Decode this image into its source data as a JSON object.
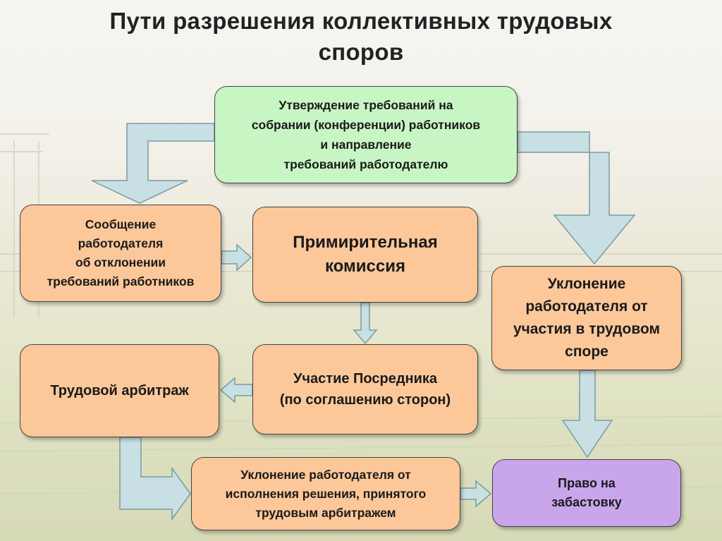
{
  "title": {
    "line1": "Пути разрешения коллективных трудовых",
    "line2": "споров"
  },
  "boxes": {
    "approve": {
      "lines": [
        "Утверждение требований на",
        "собрании (конференции) работников",
        "и направление",
        "требований работодателю"
      ],
      "color": "#c8f5c4"
    },
    "message": {
      "lines": [
        "Сообщение",
        "работодателя",
        "об отклонении",
        "требований работников"
      ],
      "color": "#fcc89a"
    },
    "commission": {
      "lines": [
        "Примирительная",
        "комиссия"
      ],
      "color": "#fcc89a"
    },
    "evade": {
      "lines": [
        "Уклонение",
        "работодателя от",
        "участия в трудовом",
        "споре"
      ],
      "color": "#fcc89a"
    },
    "arbitrage": {
      "lines": [
        "Трудовой арбитраж"
      ],
      "color": "#fcc89a"
    },
    "mediator": {
      "lines": [
        "Участие Посредника",
        "(по соглашению сторон)"
      ],
      "color": "#fcc89a"
    },
    "evade2": {
      "lines": [
        "Уклонение работодателя от",
        "исполнения решения, принятого",
        "трудовым арбитражем"
      ],
      "color": "#fcc89a"
    },
    "strike": {
      "lines": [
        "Право на",
        "забастовку"
      ],
      "color": "#c9a5ec"
    }
  },
  "arrow_color": "#c8dfe3"
}
